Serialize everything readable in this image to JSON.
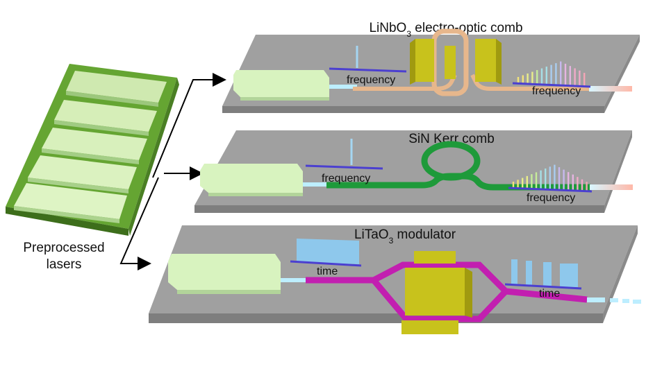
{
  "source_label": {
    "line1": "Preprocessed",
    "line2": "lasers"
  },
  "panels": [
    {
      "title_main": "LiNbO",
      "title_sub": "3",
      "title_rest": " electro-optic comb",
      "input_axis_label": "frequency",
      "output_axis_label": "frequency",
      "waveguide_color": "#e9b88e",
      "device": "ring-resonator-with-electrodes"
    },
    {
      "title_main": "SiN Kerr comb",
      "input_axis_label": "frequency",
      "output_axis_label": "frequency",
      "waveguide_color": "#1e9a3a",
      "device": "ring-resonator"
    },
    {
      "title_main": "LiTaO",
      "title_sub": "3",
      "title_rest": " modulator",
      "input_axis_label": "time",
      "output_axis_label": "time",
      "waveguide_color": "#c21fb0",
      "device": "mach-zehnder-modulator"
    }
  ],
  "colors": {
    "slab_top": "#9c9c9c",
    "slab_front": "#828282",
    "chip_green": "#d4f0b6",
    "source_green": "#4f8c25",
    "electrode_gold": "#c8c21c",
    "axis_blue": "#4b3fd0",
    "pulse_blue": "#8ec8ec"
  }
}
